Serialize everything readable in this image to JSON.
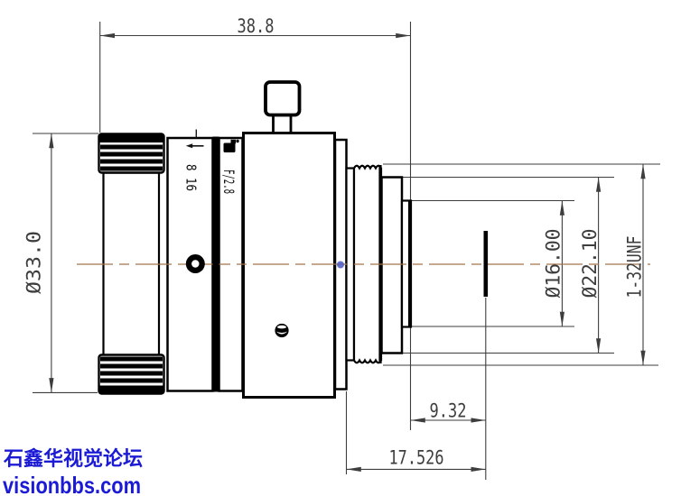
{
  "drawing": {
    "kind": "machine-vision lens mechanical drawing, side view",
    "dimensions": {
      "overall_length": "38.8",
      "front_diameter": "Ø33.0",
      "rear_tube_diameter": "Ø16.00",
      "shoulder_diameter": "Ø22.10",
      "mount_thread": "1-32UNF",
      "rear_protrusion": "9.32",
      "flange_focal_distance": "17.526"
    },
    "barrel_markings": {
      "aperture_scale": "8 16",
      "aperture_label": "F/2.8"
    },
    "colors": {
      "outline": "#000000",
      "fill": "#ffffff",
      "dimension": "#3d3d3d",
      "centerline": "#a1744e",
      "marker_dot": "#4a5bc4",
      "watermark": "#1b1bd6"
    }
  },
  "watermark": {
    "line1": "石鑫华视觉论坛",
    "line2": "visionbbs.com"
  }
}
